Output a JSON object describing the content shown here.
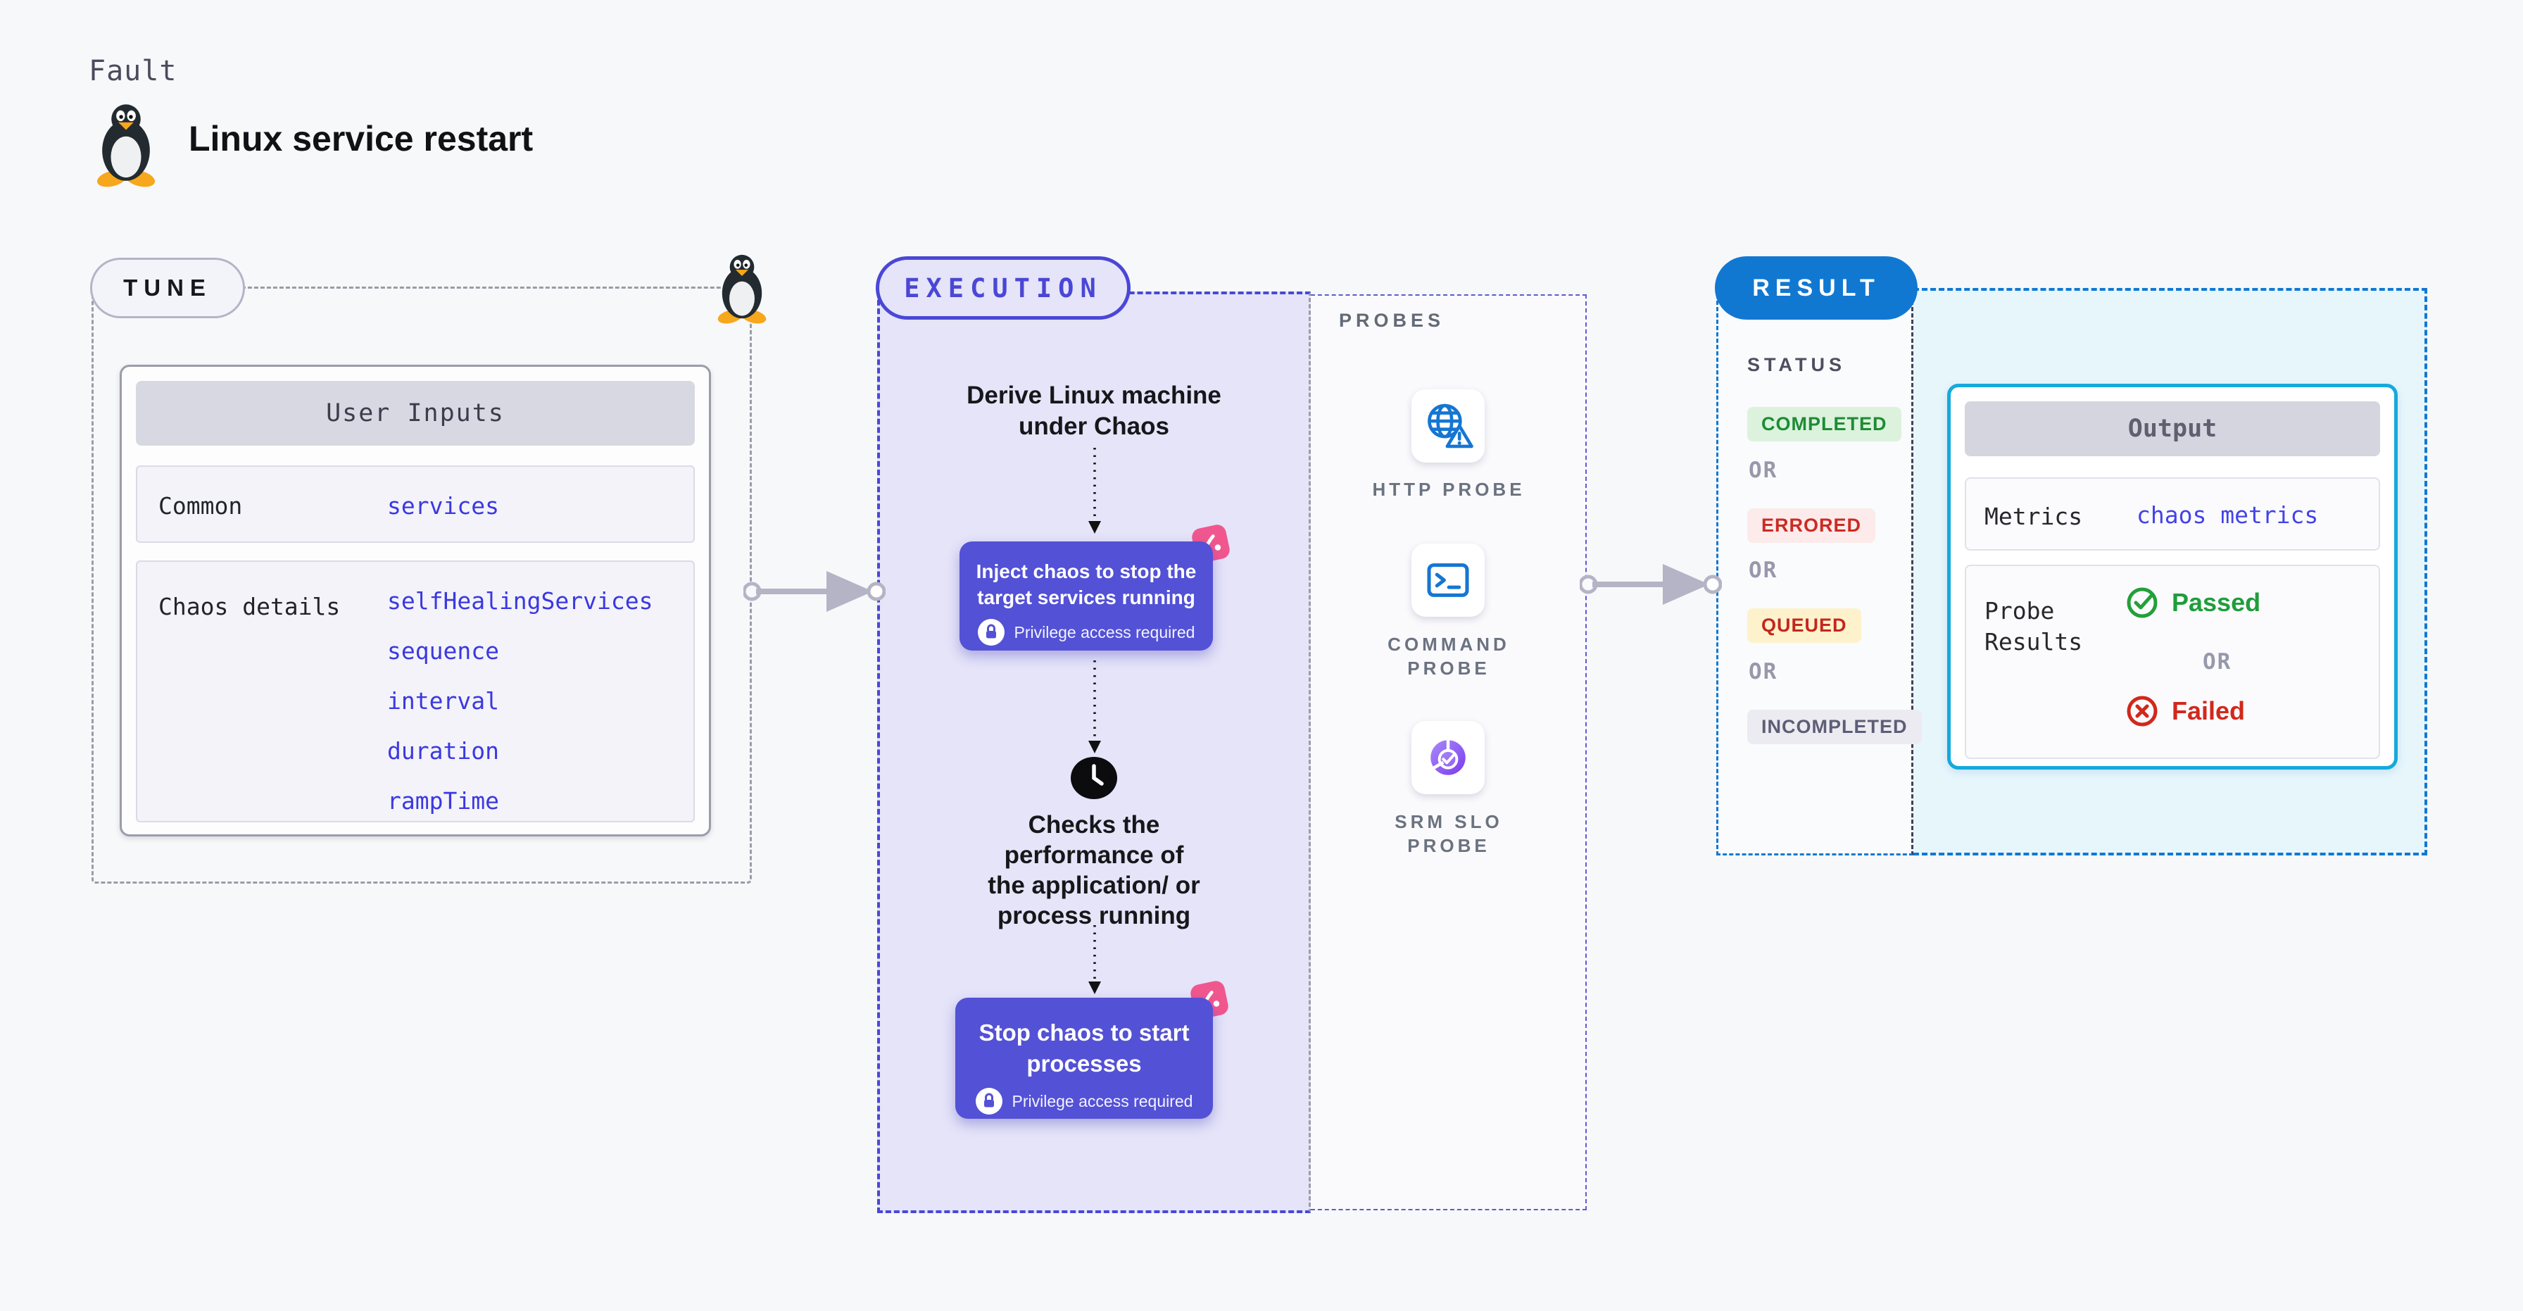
{
  "header": {
    "kicker": "Fault",
    "title": "Linux service restart"
  },
  "tune": {
    "label": "TUNE",
    "user_inputs": {
      "header": "User Inputs",
      "rows": [
        {
          "label": "Common",
          "values": [
            "services"
          ]
        },
        {
          "label": "Chaos details",
          "values": [
            "selfHealingServices",
            "sequence",
            "interval",
            "duration",
            "rampTime"
          ]
        }
      ]
    }
  },
  "execution": {
    "label": "EXECUTION",
    "derive_text": "Derive Linux machine\nunder Chaos",
    "inject_card": {
      "text": "Inject chaos to stop the\ntarget services running",
      "badge": "Privilege access required"
    },
    "checks_text": "Checks the\nperformance of\nthe application/ or\nprocess running",
    "stop_card": {
      "text": "Stop chaos to start\nprocesses",
      "badge": "Privilege access required"
    }
  },
  "probes": {
    "title": "PROBES",
    "items": [
      {
        "label": "HTTP PROBE",
        "icon": "globe-alert-icon"
      },
      {
        "label": "COMMAND\nPROBE",
        "icon": "terminal-icon"
      },
      {
        "label": "SRM SLO\nPROBE",
        "icon": "slo-donut-icon"
      }
    ]
  },
  "result": {
    "label": "RESULT",
    "status": {
      "title": "STATUS",
      "or_label": "OR",
      "items": [
        {
          "label": "COMPLETED",
          "text_color": "#1d8c35",
          "bg_color": "#dcf2dd"
        },
        {
          "label": "ERRORED",
          "text_color": "#cb2b24",
          "bg_color": "#fcebea"
        },
        {
          "label": "QUEUED",
          "text_color": "#c3271f",
          "bg_color": "#fdf2cb"
        },
        {
          "label": "INCOMPLETED",
          "text_color": "#5d5d77",
          "bg_color": "#ebebf1"
        }
      ]
    },
    "output": {
      "header": "Output",
      "metrics_label": "Metrics",
      "metrics_value": "chaos metrics",
      "probe_results_label": "Probe\nResults",
      "passed_label": "Passed",
      "or_label": "OR",
      "failed_label": "Failed"
    }
  },
  "colors": {
    "accent_indigo": "#4a47d6",
    "card_purple": "#5351d5",
    "result_blue": "#1178d2",
    "output_border_cyan": "#16a9dc",
    "value_blue": "#3b38e0",
    "passed_green": "#1f9d3c",
    "failed_red": "#d2281c",
    "chaos_pink": "#f1578f",
    "probe_icon_blue": "#1576d2",
    "slo_icon_purple": "#7c3aed",
    "page_bg": "#f7f8fa"
  }
}
